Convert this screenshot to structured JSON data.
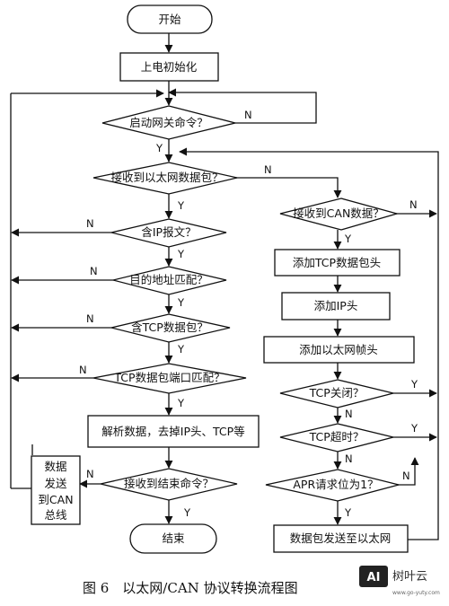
{
  "nodes": {
    "start": "开始",
    "power_init": "上电初始化",
    "start_gateway_cmd": "启动网关命令？",
    "recv_eth_packet": "接收到以太网数据包？",
    "has_ip_msg": "含IP报文？",
    "dest_addr_match": "目的地址匹配？",
    "has_tcp_packet": "含TCP数据包？",
    "tcp_port_match": "TCP数据包端口匹配？",
    "parse_data": "解析数据，去掉IP头、TCP等",
    "recv_end_cmd": "接收到结束命令？",
    "end": "结束",
    "send_to_can_line1": "数据",
    "send_to_can_line2": "发送",
    "send_to_can_line3": "到CAN",
    "send_to_can_line4": "总线",
    "recv_can_data": "接收到CAN数据？",
    "add_tcp_header": "添加TCP数据包头",
    "add_ip_header": "添加IP头",
    "add_eth_frame_header": "添加以太网帧头",
    "tcp_closed": "TCP关闭？",
    "tcp_timeout": "TCP超时？",
    "apr_request_bit": "APR请求位为1？",
    "send_to_ethernet": "数据包发送至以太网"
  },
  "edge_labels": {
    "yes": "Y",
    "no": "N"
  },
  "caption": "图 6　以太网/CAN 协议转换流程图",
  "logo": {
    "mark": "AI",
    "name": "树叶云",
    "url": "www.go-yuty.com"
  }
}
